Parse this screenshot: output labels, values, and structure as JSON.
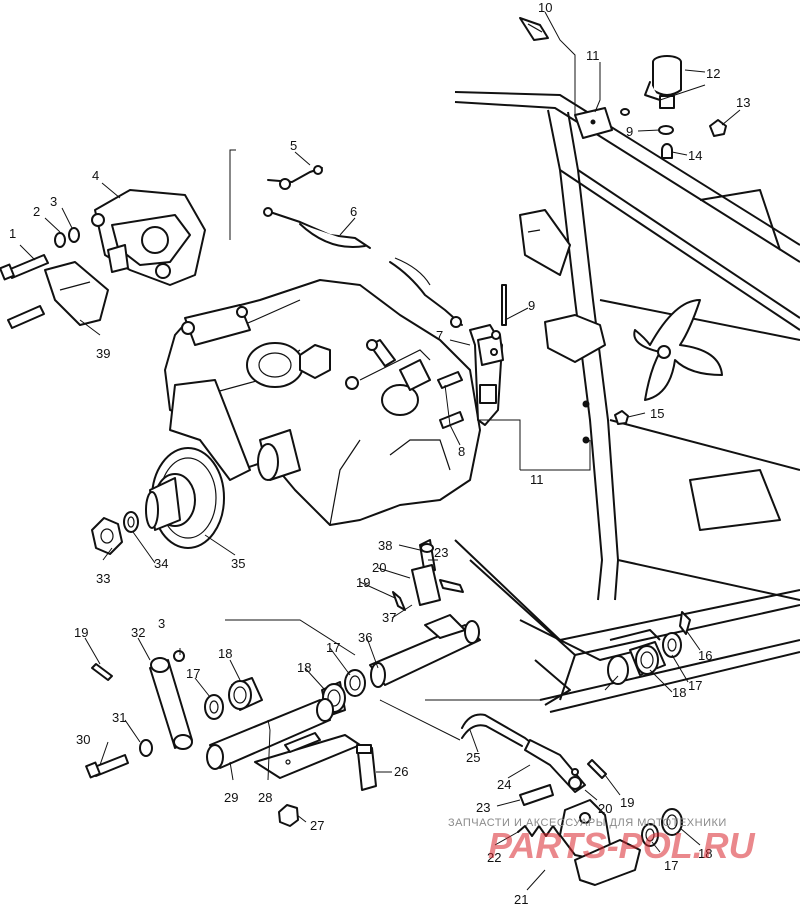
{
  "callouts": {
    "c1": "1",
    "c2": "2",
    "c3a": "3",
    "c4": "4",
    "c5": "5",
    "c6": "6",
    "c39": "39",
    "c10": "10",
    "c11a": "11",
    "c12": "12",
    "c13": "13",
    "c9a": "9",
    "c14": "14",
    "c9b": "9",
    "c7": "7",
    "c15": "15",
    "c8": "8",
    "c11b": "11",
    "c33": "33",
    "c34": "34",
    "c35": "35",
    "c38": "38",
    "c23a": "23",
    "c20a": "20",
    "c19a": "19",
    "c37": "37",
    "c36": "36",
    "c17a": "17",
    "c18a": "18",
    "c19b": "19",
    "c32": "32",
    "c3b": "3",
    "c17b": "17",
    "c18b": "18",
    "c31": "31",
    "c30": "30",
    "c29": "29",
    "c28": "28",
    "c27": "27",
    "c26": "26",
    "c25": "25",
    "c24": "24",
    "c23b": "23",
    "c20b": "20",
    "c19c": "19",
    "c22": "22",
    "c21": "21",
    "c17c": "17",
    "c18c": "18",
    "c16": "16",
    "c17d": "17",
    "c18d": "18"
  },
  "watermark": {
    "caption": "ЗАПЧАСТИ И АКСЕССУАРЫ ДЛЯ МОТОТЕХНИКИ",
    "brand": "PARTS-POL.RU"
  },
  "colors": {
    "line": "#111111",
    "background": "#ffffff",
    "watermark_brand": "#d9262e",
    "watermark_caption": "#8a8a8a"
  }
}
